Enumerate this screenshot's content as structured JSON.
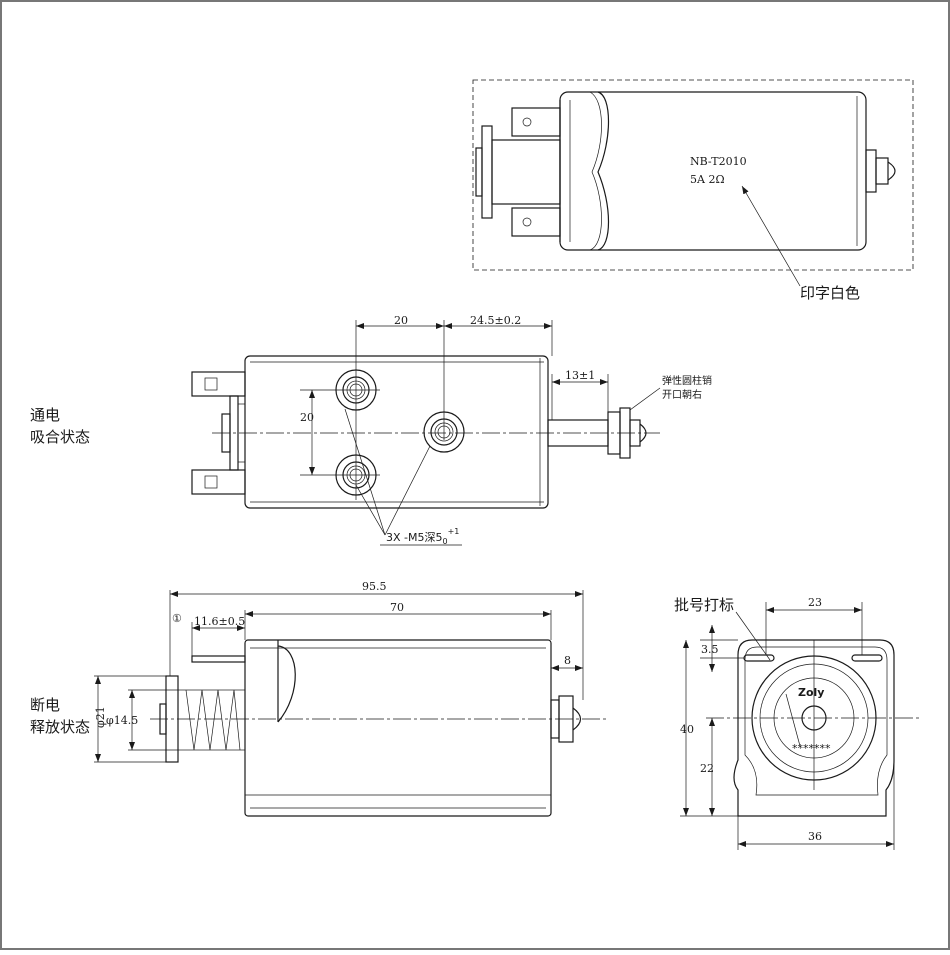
{
  "top_view": {
    "model_line1": "NB-T2010",
    "model_line2": "5A   2Ω",
    "print_note": "印字白色"
  },
  "energized_view": {
    "state_line1": "通电",
    "state_line2": "吸合状态",
    "dim_20_horizontal": "20",
    "dim_24_5": "24.5±0.2",
    "dim_20_vertical": "20",
    "dim_13": "13±1",
    "pin_note_line1": "弹性圆柱销",
    "pin_note_line2": "开口朝右",
    "hole_note": "3X -M5深5",
    "hole_note_sub": "0",
    "hole_note_sup": "+1"
  },
  "released_view": {
    "state_line1": "断电",
    "state_line2": "释放状态",
    "dim_95_5": "95.5",
    "dim_70": "70",
    "marker": "①",
    "dim_11_6": "11.6±0.5",
    "dim_8": "8",
    "dim_phi21": "φ21",
    "dim_phi14_5": "φ14.5"
  },
  "end_view": {
    "batch_label": "批号打标",
    "dim_23": "23",
    "dim_3_5": "3.5",
    "dim_40": "40",
    "dim_22": "22",
    "dim_36": "36",
    "logo_text": "Zoly",
    "stars": "*******"
  }
}
